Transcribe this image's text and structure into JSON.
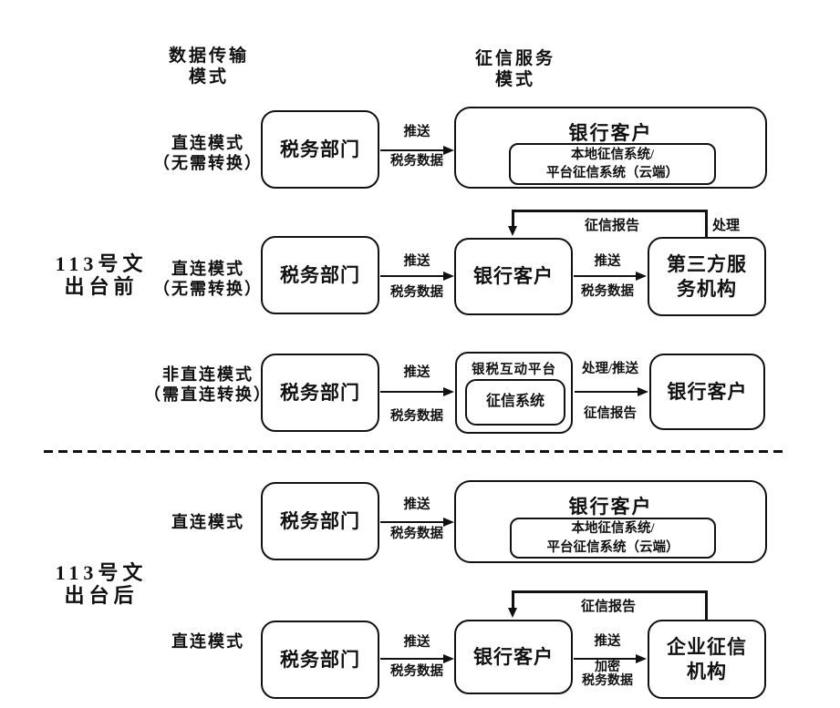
{
  "colors": {
    "ink": "#111111",
    "background": "#ffffff"
  },
  "headers": {
    "transmission": "数据传输\n模式",
    "service": "征信服务\n模式"
  },
  "eras": {
    "before": "113号文\n出台前",
    "after": "113号文\n出台后"
  },
  "rows": [
    {
      "mode": "直连模式\n（无需转换）",
      "tax": "税务部门",
      "arrow1_above": "推送",
      "arrow1_below": "税务数据",
      "bank_title": "银行客户",
      "bank_inner": "本地征信系统/\n平台征信系统（云端）"
    },
    {
      "mode": "直连模式\n（无需转换）",
      "tax": "税务部门",
      "arrow1_above": "推送",
      "arrow1_below": "税务数据",
      "bank": "银行客户",
      "arrow2_above": "推送",
      "arrow2_below": "税务数据",
      "third_party": "第三方服\n务机构",
      "feedback_label": "征信报告",
      "feedback_corner": "处理"
    },
    {
      "mode": "非直连模式\n（需直连转换）",
      "tax": "税务部门",
      "arrow1_above": "推送",
      "arrow1_below": "税务数据",
      "platform_title": "银税互动平台",
      "platform_inner": "征信系统",
      "arrow2_above": "处理/推送",
      "arrow2_below": "征信报告",
      "bank": "银行客户"
    },
    {
      "mode": "直连模式",
      "tax": "税务部门",
      "arrow1_above": "推送",
      "arrow1_below": "税务数据",
      "bank_title": "银行客户",
      "bank_inner": "本地征信系统/\n平台征信系统（云端）"
    },
    {
      "mode": "直连模式",
      "tax": "税务部门",
      "arrow1_above": "推送",
      "arrow1_below": "税务数据",
      "bank": "银行客户",
      "arrow2_above": "推送",
      "arrow2_below": "加密\n税务数据",
      "credit_agency": "企业征信\n机构",
      "feedback_label": "征信报告"
    }
  ]
}
